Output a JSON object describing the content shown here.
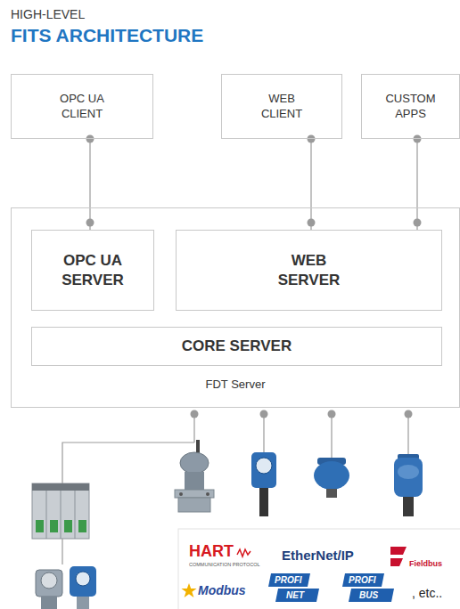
{
  "diagram": {
    "title": "FITS ARCHITECTURE",
    "nodes": [
      {
        "text": [
          "OPC UA CLIENT"
        ]
      },
      {
        "text": [
          "WEB CLIENT"
        ]
      },
      {
        "text": [
          "CUSTOM APPS"
        ]
      },
      {
        "text": [
          "FDT Server"
        ]
      },
      {
        "text": [
          "OPC UA SERVER"
        ],
        "in": 3
      },
      {
        "text": [
          "WEB SERVER"
        ],
        "in": 3
      },
      {
        "text": [
          "CORE SERVER"
        ],
        "in": 3
      }
    ],
    "edges": [
      {
        "from": 0,
        "to": 4,
        "arrow": "none"
      },
      {
        "from": 1,
        "to": 5,
        "arrow": "none"
      },
      {
        "from": 2,
        "to": 5,
        "arrow": "none"
      }
    ],
    "labels": [
      "HIGH-LEVEL",
      "HART",
      "COMMUNICATION PROTOCOL",
      "EtherNet/IP",
      "Fieldbus",
      "Modbus",
      "PROFI",
      "NET",
      "PROFI",
      "BUS",
      ", etc.."
    ]
  }
}
